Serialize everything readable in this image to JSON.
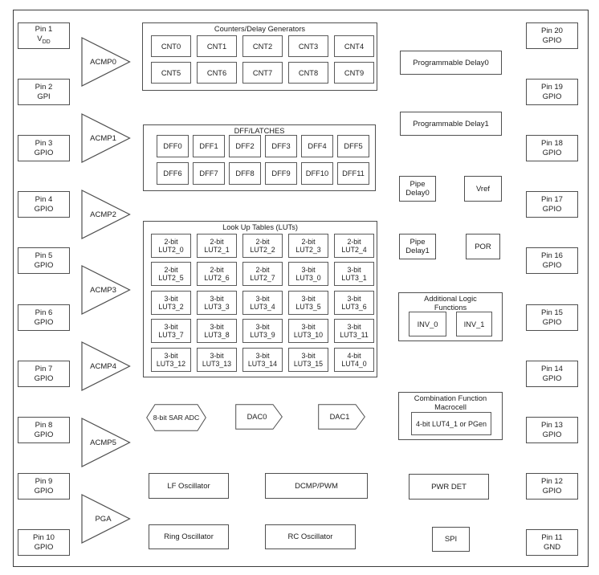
{
  "colors": {
    "border": "#4f4f4f",
    "text": "#202020",
    "background": "#ffffff"
  },
  "left_pins": [
    {
      "name": "Pin 1",
      "func": "V",
      "func_sub": "DD"
    },
    {
      "name": "Pin 2",
      "func": "GPI"
    },
    {
      "name": "Pin 3",
      "func": "GPIO"
    },
    {
      "name": "Pin 4",
      "func": "GPIO"
    },
    {
      "name": "Pin 5",
      "func": "GPIO"
    },
    {
      "name": "Pin 6",
      "func": "GPIO"
    },
    {
      "name": "Pin 7",
      "func": "GPIO"
    },
    {
      "name": "Pin 8",
      "func": "GPIO"
    },
    {
      "name": "Pin 9",
      "func": "GPIO"
    },
    {
      "name": "Pin 10",
      "func": "GPIO"
    }
  ],
  "right_pins": [
    {
      "name": "Pin 20",
      "func": "GPIO"
    },
    {
      "name": "Pin 19",
      "func": "GPIO"
    },
    {
      "name": "Pin 18",
      "func": "GPIO"
    },
    {
      "name": "Pin 17",
      "func": "GPIO"
    },
    {
      "name": "Pin 16",
      "func": "GPIO"
    },
    {
      "name": "Pin 15",
      "func": "GPIO"
    },
    {
      "name": "Pin 14",
      "func": "GPIO"
    },
    {
      "name": "Pin 13",
      "func": "GPIO"
    },
    {
      "name": "Pin 12",
      "func": "GPIO"
    },
    {
      "name": "Pin 11",
      "func": "GND"
    }
  ],
  "amplifiers": [
    "ACMP0",
    "ACMP1",
    "ACMP2",
    "ACMP3",
    "ACMP4",
    "ACMP5",
    "PGA"
  ],
  "groups": {
    "counters": {
      "title": "Counters/Delay Generators",
      "cells": [
        "CNT0",
        "CNT1",
        "CNT2",
        "CNT3",
        "CNT4",
        "CNT5",
        "CNT6",
        "CNT7",
        "CNT8",
        "CNT9"
      ]
    },
    "dff": {
      "title": "DFF/LATCHES",
      "cells": [
        "DFF0",
        "DFF1",
        "DFF2",
        "DFF3",
        "DFF4",
        "DFF5",
        "DFF6",
        "DFF7",
        "DFF8",
        "DFF9",
        "DFF10",
        "DFF11"
      ]
    },
    "luts": {
      "title": "Look Up Tables (LUTs)",
      "cells": [
        [
          "2-bit",
          "LUT2_0"
        ],
        [
          "2-bit",
          "LUT2_1"
        ],
        [
          "2-bit",
          "LUT2_2"
        ],
        [
          "2-bit",
          "LUT2_3"
        ],
        [
          "2-bit",
          "LUT2_4"
        ],
        [
          "2-bit",
          "LUT2_5"
        ],
        [
          "2-bit",
          "LUT2_6"
        ],
        [
          "2-bit",
          "LUT2_7"
        ],
        [
          "3-bit",
          "LUT3_0"
        ],
        [
          "3-bit",
          "LUT3_1"
        ],
        [
          "3-bit",
          "LUT3_2"
        ],
        [
          "3-bit",
          "LUT3_3"
        ],
        [
          "3-bit",
          "LUT3_4"
        ],
        [
          "3-bit",
          "LUT3_5"
        ],
        [
          "3-bit",
          "LUT3_6"
        ],
        [
          "3-bit",
          "LUT3_7"
        ],
        [
          "3-bit",
          "LUT3_8"
        ],
        [
          "3-bit",
          "LUT3_9"
        ],
        [
          "3-bit",
          "LUT3_10"
        ],
        [
          "3-bit",
          "LUT3_11"
        ],
        [
          "3-bit",
          "LUT3_12"
        ],
        [
          "3-bit",
          "LUT3_13"
        ],
        [
          "3-bit",
          "LUT3_14"
        ],
        [
          "3-bit",
          "LUT3_15"
        ],
        [
          "4-bit",
          "LUT4_0"
        ]
      ]
    }
  },
  "analog": {
    "adc": "8-bit SAR ADC",
    "dac0": "DAC0",
    "dac1": "DAC1"
  },
  "right_column": {
    "programmable_delay0": "Programmable Delay0",
    "programmable_delay1": "Programmable Delay1",
    "pipe_delay0": [
      "Pipe",
      "Delay0"
    ],
    "vref": "Vref",
    "pipe_delay1": [
      "Pipe",
      "Delay1"
    ],
    "por": "POR",
    "additional_logic": {
      "title": [
        "Additional Logic",
        "Functions"
      ],
      "cells": [
        "INV_0",
        "INV_1"
      ]
    },
    "macrocell": {
      "title": [
        "Combination Function",
        "Macrocell"
      ],
      "cell": "4-bit LUT4_1 or PGen"
    },
    "pwr_det": "PWR DET",
    "spi": "SPI"
  },
  "oscillators": {
    "lf": "LF Oscillator",
    "dcmp": "DCMP/PWM",
    "ring": "Ring Oscillator",
    "rc": "RC Oscillator"
  }
}
